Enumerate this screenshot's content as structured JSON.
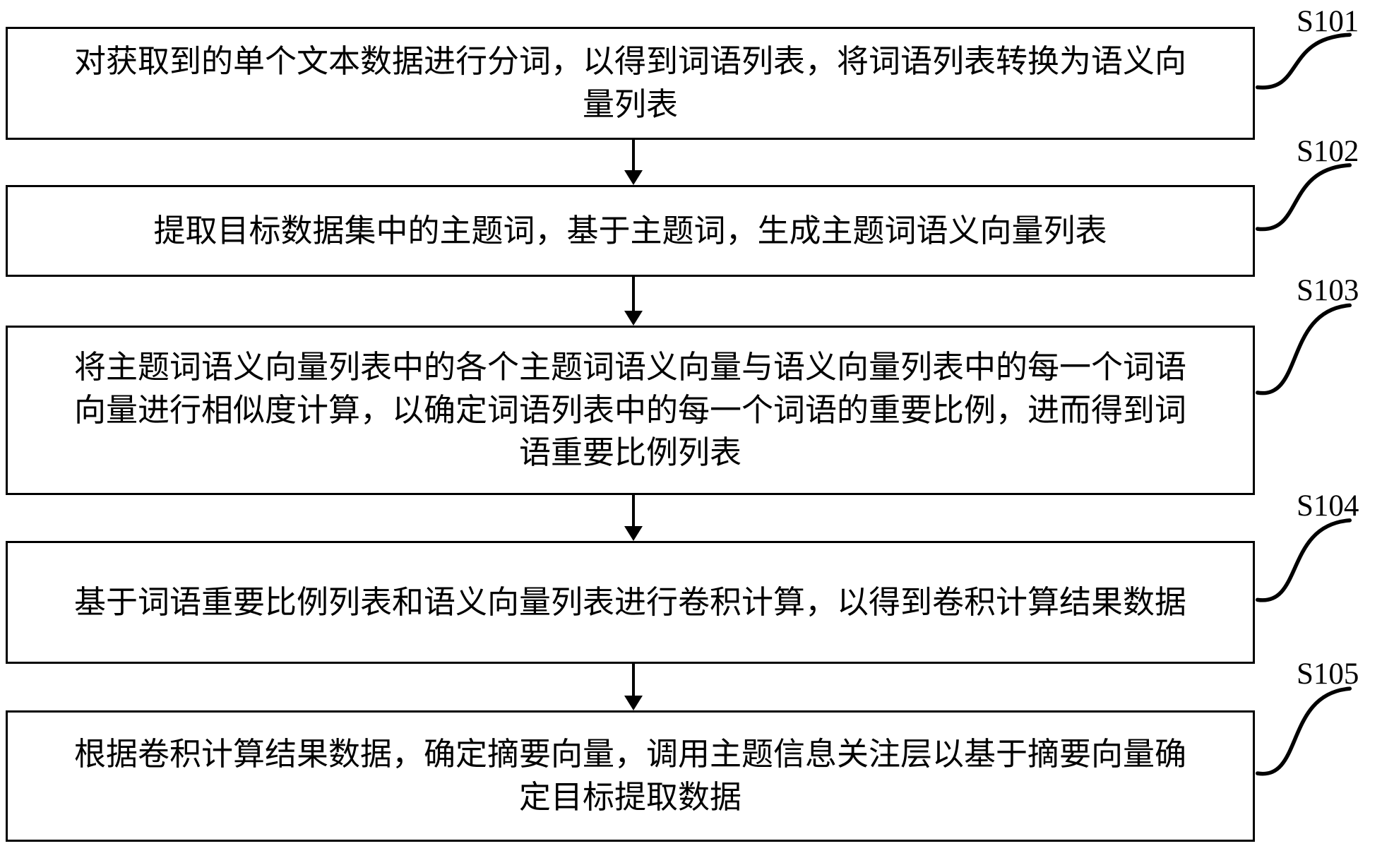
{
  "figure": {
    "type": "flowchart",
    "orientation": "vertical",
    "colors": {
      "line": "#000000",
      "background": "#ffffff",
      "text": "#000000"
    },
    "steps": [
      {
        "label": "S101",
        "text": "对获取到的单个文本数据进行分词，以得到词语列表，将词语列表转换为语义向量列表"
      },
      {
        "label": "S102",
        "text": "提取目标数据集中的主题词，基于主题词，生成主题词语义向量列表"
      },
      {
        "label": "S103",
        "text": "将主题词语义向量列表中的各个主题词语义向量与语义向量列表中的每一个词语向量进行相似度计算，以确定词语列表中的每一个词语的重要比例，进而得到词语重要比例列表"
      },
      {
        "label": "S104",
        "text": "基于词语重要比例列表和语义向量列表进行卷积计算，以得到卷积计算结果数据"
      },
      {
        "label": "S105",
        "text": "根据卷积计算结果数据，确定摘要向量，调用主题信息关注层以基于摘要向量确定目标提取数据"
      }
    ]
  }
}
